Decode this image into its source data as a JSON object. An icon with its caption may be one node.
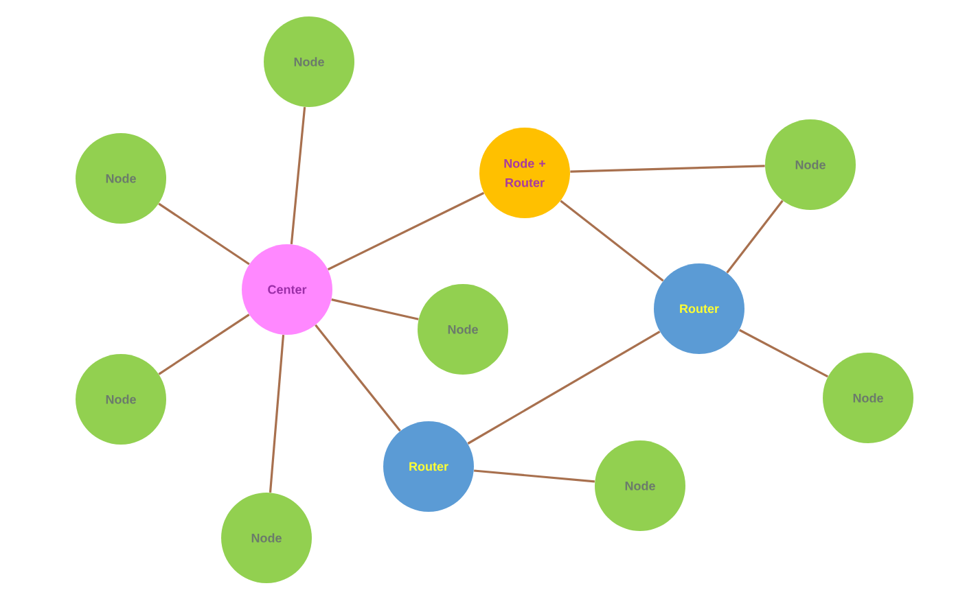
{
  "diagram": {
    "nodes": [
      {
        "text": [
          "Node"
        ]
      },
      {
        "text": [
          "Node"
        ]
      },
      {
        "text": [
          "Center"
        ]
      },
      {
        "text": [
          "Node + Router"
        ]
      },
      {
        "text": [
          "Node"
        ]
      },
      {
        "text": [
          "Node"
        ]
      },
      {
        "text": [
          "Router"
        ]
      },
      {
        "text": [
          "Node"
        ]
      },
      {
        "text": [
          "Router"
        ]
      },
      {
        "text": [
          "Node"
        ]
      },
      {
        "text": [
          "Node"
        ]
      },
      {
        "text": [
          "Node"
        ]
      }
    ],
    "edges": [
      {
        "from": 2,
        "to": 0,
        "arrow": "none"
      },
      {
        "from": 2,
        "to": 1,
        "arrow": "none"
      },
      {
        "from": 2,
        "to": 3,
        "arrow": "none"
      },
      {
        "from": 2,
        "to": 5,
        "arrow": "none"
      },
      {
        "from": 2,
        "to": 7,
        "arrow": "none"
      },
      {
        "from": 2,
        "to": 8,
        "arrow": "none"
      },
      {
        "from": 2,
        "to": 11,
        "arrow": "none"
      },
      {
        "from": 3,
        "to": 4,
        "arrow": "none"
      },
      {
        "from": 3,
        "to": 6,
        "arrow": "none"
      },
      {
        "from": 4,
        "to": 6,
        "arrow": "none"
      },
      {
        "from": 6,
        "to": 9,
        "arrow": "none"
      },
      {
        "from": 6,
        "to": 8,
        "arrow": "none"
      },
      {
        "from": 8,
        "to": 10,
        "arrow": "none"
      }
    ]
  }
}
